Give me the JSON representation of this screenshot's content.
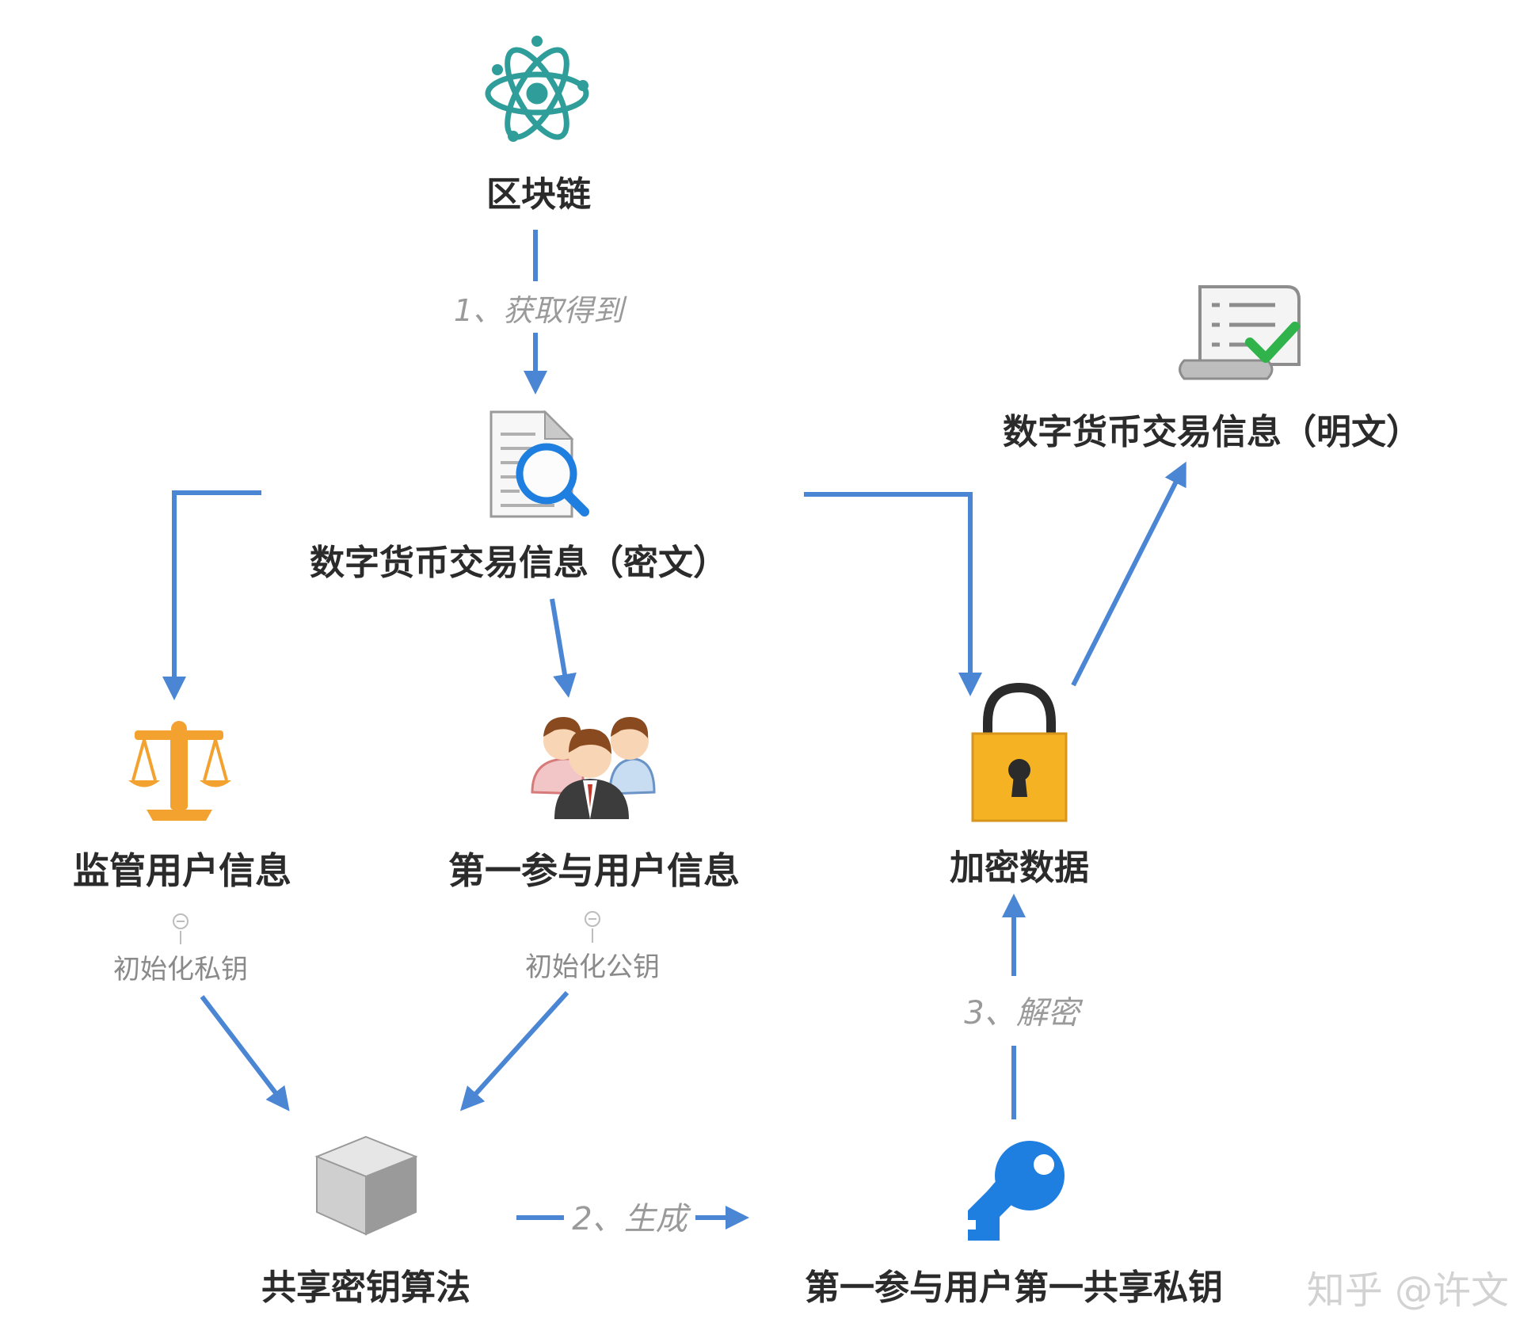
{
  "nodes": {
    "blockchain": "区块链",
    "ciphertext": "数字货币交易信息（密文）",
    "plaintext": "数字货币交易信息（明文）",
    "regulator": "监管用户信息",
    "first_user": "第一参与用户信息",
    "encrypted": "加密数据",
    "algorithm": "共享密钥算法",
    "shared_key": "第一参与用户第一共享私钥"
  },
  "edges": {
    "obtain": "1、获取得到",
    "generate": "2、生成",
    "decrypt": "3、解密"
  },
  "sub_labels": {
    "init_private": "初始化私钥",
    "init_public": "初始化公钥"
  },
  "watermark": "知乎 @许文",
  "colors": {
    "arrow": "#4a86d4",
    "atom": "#2f9e9a",
    "scale": "#f3a230",
    "lock": "#f5b324",
    "key": "#1f7fe0",
    "check": "#2fb34a"
  },
  "icons": [
    "atom-icon",
    "document-search-icon",
    "checklist-scroll-icon",
    "scale-icon",
    "users-group-icon",
    "padlock-icon",
    "cube-icon",
    "key-icon"
  ]
}
